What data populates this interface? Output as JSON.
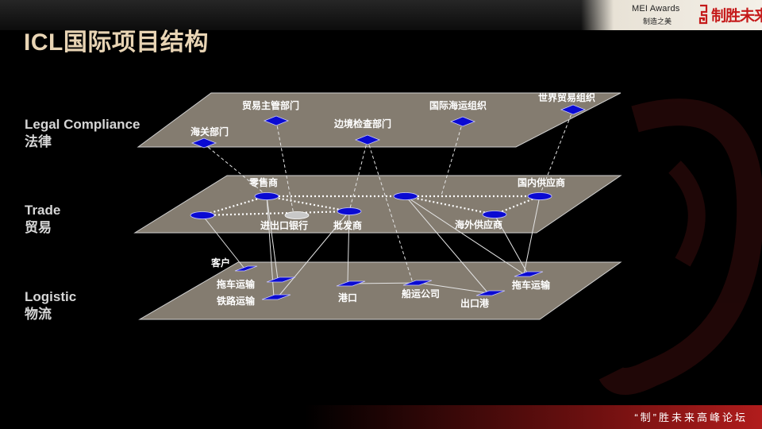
{
  "slide": {
    "title": "ICL国际项目结构",
    "brand": {
      "awards": "MEI Awards",
      "subtitle": "制造之美",
      "slogan": "制胜未来"
    },
    "footer": "“制”胜未来高峰论坛"
  },
  "layers": [
    {
      "id": "legal",
      "en": "Legal Compliance",
      "zh": "法律"
    },
    {
      "id": "trade",
      "en": "Trade",
      "zh": "贸易"
    },
    {
      "id": "logistic",
      "en": "Logistic",
      "zh": "物流"
    }
  ],
  "colors": {
    "plane_fill": "#8f8779",
    "plane_stroke": "#cfcfcf",
    "node_fill": "#0a0ad2",
    "node_stroke": "#c8c8ff",
    "bank_fill": "#c8c8c8",
    "title": "#e8d4b4",
    "accent_red": "#c51a1a"
  },
  "nodes": {
    "legal": {
      "customs": "海关部门",
      "trade_dept": "贸易主管部门",
      "border": "边境检查部门",
      "imo": "国际海运组织",
      "wto": "世界贸易组织"
    },
    "trade": {
      "retailer": "零售商",
      "bank": "进出口银行",
      "wholesaler": "批发商",
      "overseas_supplier": "海外供应商",
      "domestic_supplier": "国内供应商"
    },
    "logistic": {
      "customer": "客户",
      "trailer_left": "拖车运输",
      "railway": "铁路运输",
      "port": "港口",
      "shipping": "船运公司",
      "export_port": "出口港",
      "trailer_right": "拖车运输"
    }
  }
}
